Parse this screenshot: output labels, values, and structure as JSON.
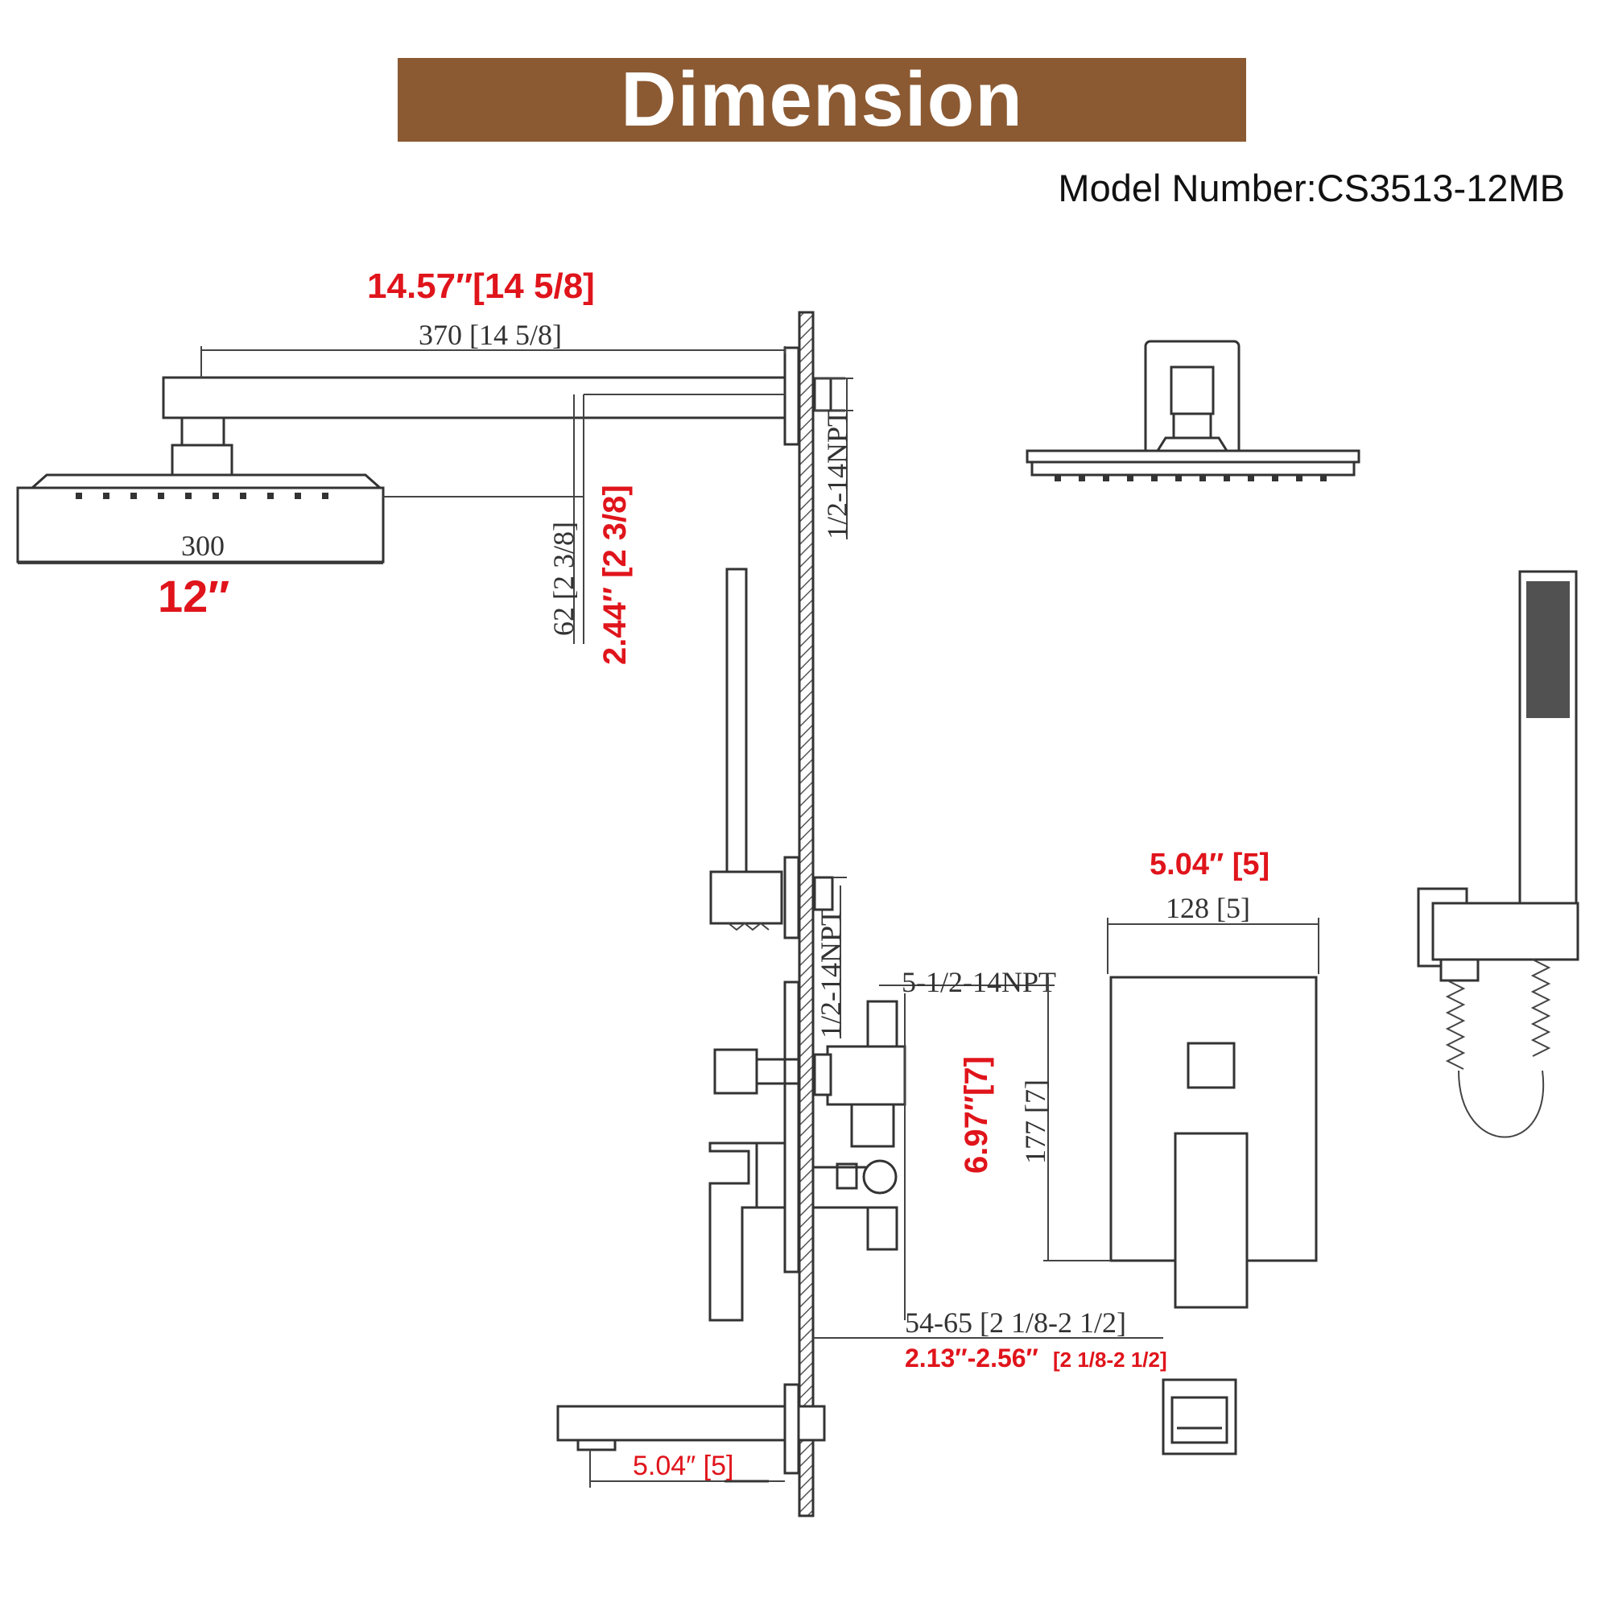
{
  "banner": {
    "title": "Dimension"
  },
  "model": {
    "text": "Model Number:CS3513-12MB"
  },
  "colors": {
    "banner_brown": "#8b5a33",
    "accent_red": "#e0141b",
    "line": "#333333"
  },
  "labels": {
    "arm_length_in": "14.57″[14 5/8]",
    "arm_length_mm": "370 [14 5/8]",
    "head_width_mm": "300",
    "head_width_in": "12′′",
    "drop_mm": "62 [2 3/8]",
    "drop_in": "2.44″ [2 3/8]",
    "npt_top": "1/2-14NPT",
    "npt_mid": "1/2-14NPT",
    "npt_valve": "5-1/2-14NPT",
    "plate_width_in": "5.04″ [5]",
    "plate_width_mm": "128 [5]",
    "plate_height_mm": "177 [7]",
    "plate_height_in": "6.97″[7]",
    "depth_mm": "54-65 [2 1/8-2 1/2]",
    "depth_in": "2.13″-2.56″",
    "depth_in_frac": "[2 1/8-2  1/2]",
    "spout_in": "5.04″ [5]"
  }
}
